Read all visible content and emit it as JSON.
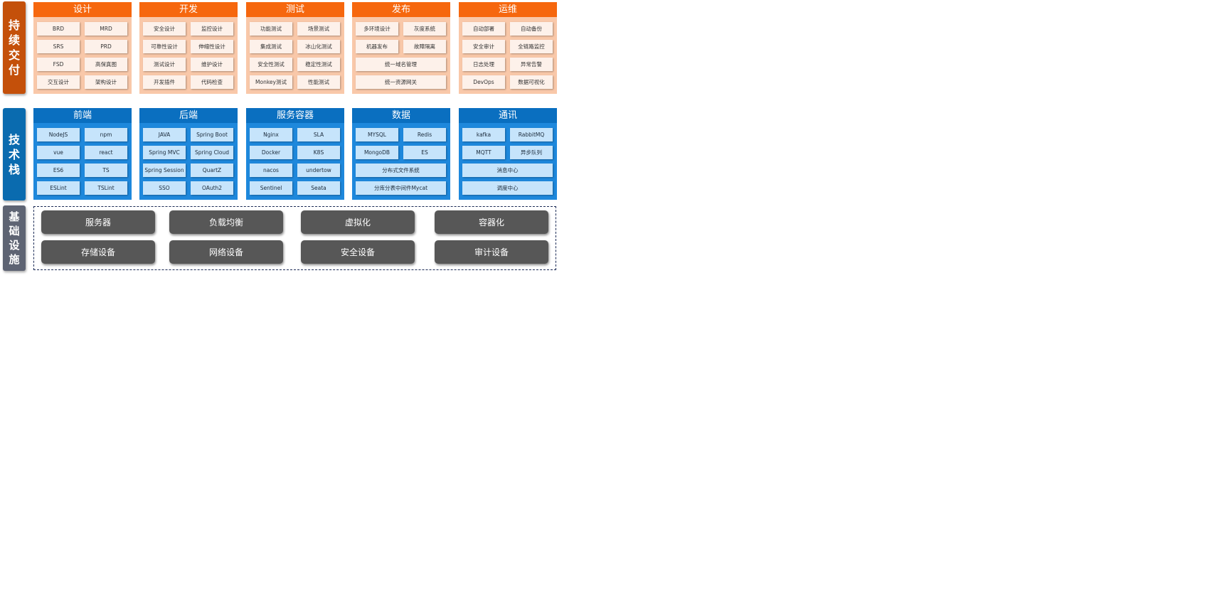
{
  "rows": {
    "delivery": [
      "持",
      "续",
      "交",
      "付"
    ],
    "techstack": [
      "技",
      "术",
      "栈"
    ],
    "infra": [
      "基",
      "础",
      "设",
      "施"
    ]
  },
  "delivery": [
    {
      "title": "设计",
      "cells": [
        [
          "BRD",
          "MRD"
        ],
        [
          "SRS",
          "PRD"
        ],
        [
          "FSD",
          "高保真图"
        ],
        [
          "交互设计",
          "架构设计"
        ]
      ]
    },
    {
      "title": "开发",
      "cells": [
        [
          "安全设计",
          "监控设计"
        ],
        [
          "可靠性设计",
          "伸缩性设计"
        ],
        [
          "测试设计",
          "维护设计"
        ],
        [
          "开发插件",
          "代码检查"
        ]
      ]
    },
    {
      "title": "测试",
      "cells": [
        [
          "功能测试",
          "场景测试"
        ],
        [
          "集成测试",
          "冰山化测试"
        ],
        [
          "安全性测试",
          "稳定性测试"
        ],
        [
          "Monkey测试",
          "性能测试"
        ]
      ]
    },
    {
      "title": "发布",
      "cells": [
        [
          "多环境设计",
          "灰度系统"
        ],
        [
          "机器发布",
          "故障隔离"
        ]
      ],
      "wide": [
        "统一域名管理",
        "统一资源网关"
      ]
    },
    {
      "title": "运维",
      "cells": [
        [
          "自动部署",
          "自动备份"
        ],
        [
          "安全审计",
          "全链路监控"
        ],
        [
          "日志处理",
          "异常告警"
        ],
        [
          "DevOps",
          "数据可视化"
        ]
      ]
    }
  ],
  "tech": [
    {
      "title": "前端",
      "cells": [
        [
          "NodeJS",
          "npm"
        ],
        [
          "vue",
          "react"
        ],
        [
          "ES6",
          "TS"
        ],
        [
          "ESLint",
          "TSLint"
        ]
      ]
    },
    {
      "title": "后端",
      "cells": [
        [
          "JAVA",
          "Spring Boot"
        ],
        [
          "Spring MVC",
          "Spring Cloud"
        ],
        [
          "Spring Session",
          "QuartZ"
        ],
        [
          "SSO",
          "OAuth2"
        ]
      ]
    },
    {
      "title": "服务容器",
      "cells": [
        [
          "Nginx",
          "SLA"
        ],
        [
          "Docker",
          "K8S"
        ],
        [
          "nacos",
          "undertow"
        ],
        [
          "Sentinel",
          "Seata"
        ]
      ]
    },
    {
      "title": "数据",
      "cells": [
        [
          "MYSQL",
          "Redis"
        ],
        [
          "MongoDB",
          "ES"
        ]
      ],
      "wide": [
        "分布式文件系统",
        "分库分表中间件Mycat"
      ]
    },
    {
      "title": "通讯",
      "cells": [
        [
          "kafka",
          "RabbitMQ"
        ],
        [
          "MQTT",
          "异步队列"
        ]
      ],
      "wide": [
        "消息中心",
        "调度中心"
      ]
    }
  ],
  "infra": {
    "row1": [
      "服务器",
      "负载均衡",
      "虚拟化",
      "容器化"
    ],
    "row2": [
      "存储设备",
      "网络设备",
      "安全设备",
      "审计设备"
    ]
  }
}
